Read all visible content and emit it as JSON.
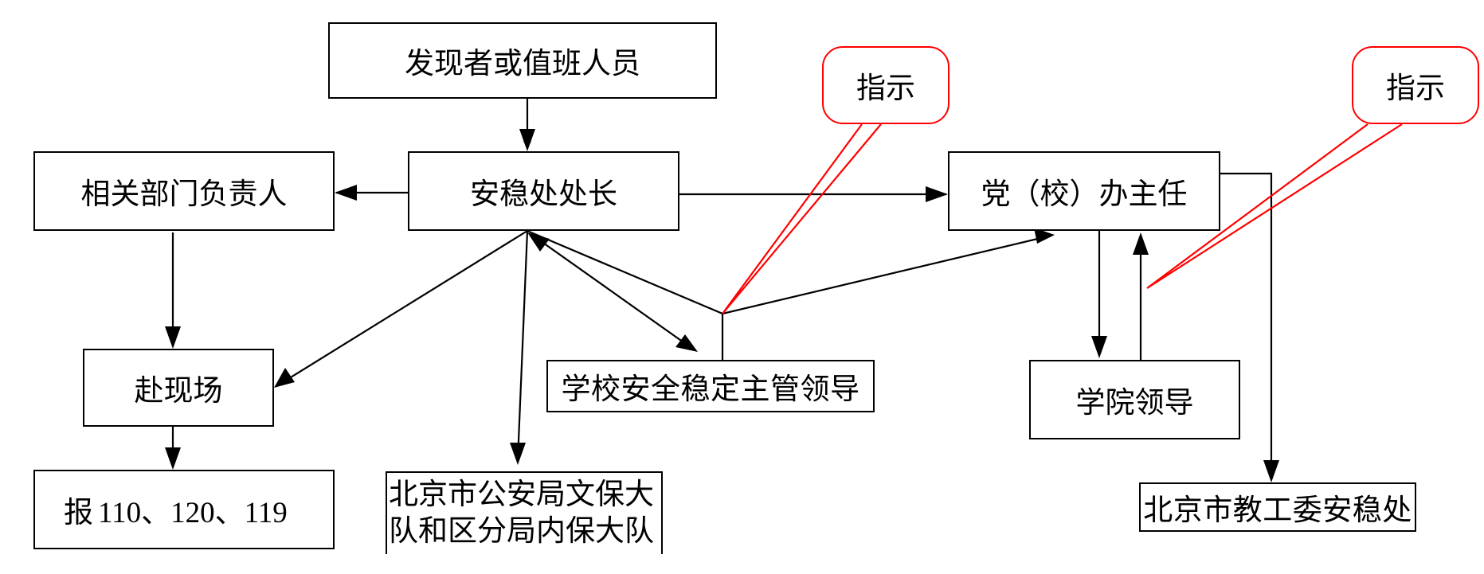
{
  "nodes": {
    "discoverer": "发现者或值班人员",
    "security_director": "安稳处处长",
    "dept_head": "相关部门负责人",
    "party_office": "党（校）办主任",
    "to_scene": "赴现场",
    "report_prefix": "报",
    "report_numbers": "110、120、119",
    "school_leader": "学校安全稳定主管领导",
    "college_leader": "学院领导",
    "police_line1": "北京市公安局文保大",
    "police_line2": "队和区分局内保大队",
    "education_committee": "北京市教工委安稳处"
  },
  "callouts": {
    "instruct_1": "指示",
    "instruct_2": "指示"
  },
  "colors": {
    "line": "#000000",
    "callout": "#ff0000"
  }
}
